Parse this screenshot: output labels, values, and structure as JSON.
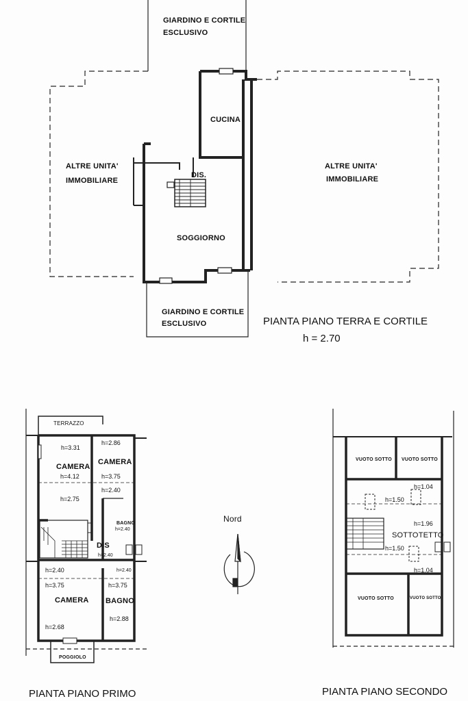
{
  "ground_floor": {
    "garden_top": [
      "GIARDINO E CORTILE",
      "ESCLUSIVO"
    ],
    "garden_bottom": [
      "GIARDINO E CORTILE",
      "ESCLUSIVO"
    ],
    "other_units_left": [
      "ALTRE UNITA'",
      "IMMOBILIARE"
    ],
    "other_units_right": [
      "ALTRE UNITA'",
      "IMMOBILIARE"
    ],
    "kitchen": "CUCINA",
    "dis": "DIS.",
    "living": "SOGGIORNO",
    "title": "PIANTA PIANO TERRA  E CORTILE",
    "height": "h = 2.70"
  },
  "first_floor": {
    "terrace": "TERRAZZO",
    "camera_1": "CAMERA",
    "camera_2": "CAMERA",
    "camera_3": "CAMERA",
    "bagno_small": "BAGNO",
    "bagno": "BAGNO",
    "dis": "DIS",
    "balcony": "POGGIOLO",
    "heights": {
      "h331": "h=3.31",
      "h286": "h=2.86",
      "h412": "h=4.12",
      "h375a": "h=3.75",
      "h275": "h=2.75",
      "h240a": "h=2.40",
      "h240b": "h=2.40",
      "h240c": "h=2.40",
      "h240d": "h=2.40",
      "h240e": "h=2.40",
      "h375b": "h=3.75",
      "h375c": "h=3.75",
      "h268": "h=2.68",
      "h288": "h=2.88"
    },
    "title": "PIANTA PIANO PRIMO"
  },
  "north": {
    "label": "Nord"
  },
  "second_floor": {
    "void_1": "VUOTO SOTTO",
    "void_2": "VUOTO SOTTO",
    "void_3": "VUOTO SOTTO",
    "void_4": "VUOTO SOTTO",
    "attic": "SOTTOTETTO",
    "heights": {
      "h104a": "h=1.04",
      "h150a": "h=1.50",
      "h196": "h=1.96",
      "h150b": "h=1.50",
      "h104b": "h=1.04"
    },
    "title": "PIANTA PIANO SECONDO"
  }
}
